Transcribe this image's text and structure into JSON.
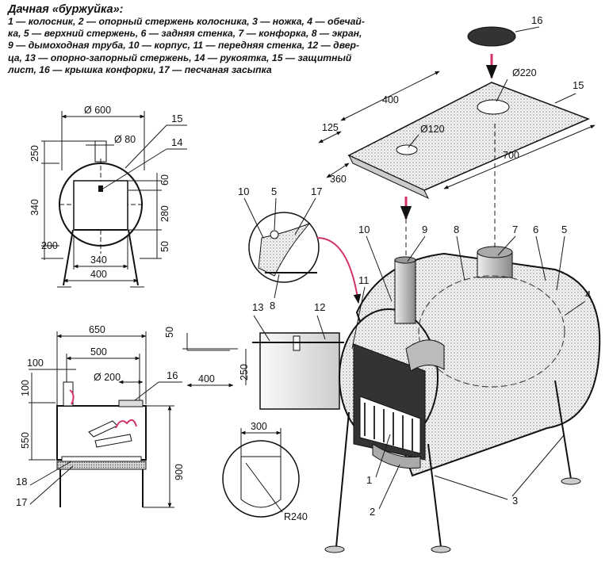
{
  "caption": {
    "title": "Дачная «буржуйка»:",
    "lines": [
      "1 — колосник, 2 — опорный стержень колосника, 3 — ножка, 4 — обечай-",
      "ка, 5 — верхний стержень, 6 — задняя стенка, 7 — конфорка, 8 — экран,",
      "9 — дымоходная труба, 10 — корпус, 11 — передняя стенка, 12 — двер-",
      "ца, 13 — опорно-запорный стержень, 14 — рукоятка, 15 — защитный",
      "лист, 16 — крышка конфорки, 17 — песчаная засыпка"
    ]
  },
  "front_view": {
    "d600": "Ø 600",
    "d80": "Ø 80",
    "v250": "250",
    "v340": "340",
    "v200": "200",
    "v60": "60",
    "v280": "280",
    "v50": "50",
    "w340": "340",
    "w400": "400",
    "c15": "15",
    "c14": "14"
  },
  "side_view": {
    "w650": "650",
    "w500": "500",
    "w100": "100",
    "d200": "Ø 200",
    "v100": "100",
    "v550": "550",
    "v900": "900",
    "c16": "16",
    "c18": "18",
    "c17": "17"
  },
  "sheet": {
    "d220": "Ø220",
    "d120": "Ø120",
    "w400": "400",
    "w125": "125",
    "w360": "360",
    "w700": "700",
    "c15": "15",
    "c16": "16"
  },
  "detail": {
    "c10": "10",
    "c5": "5",
    "c17": "17",
    "c8": "8"
  },
  "door": {
    "v50": "50",
    "w400": "400",
    "v250": "250",
    "c13": "13",
    "c12": "12"
  },
  "door_shape": {
    "w300": "300",
    "r240": "R240"
  },
  "stove": {
    "c10": "10",
    "c9": "9",
    "c8": "8",
    "c7": "7",
    "c6": "6",
    "c5": "5",
    "c4": "4",
    "c11": "11",
    "c1": "1",
    "c2": "2",
    "c3": "3"
  }
}
